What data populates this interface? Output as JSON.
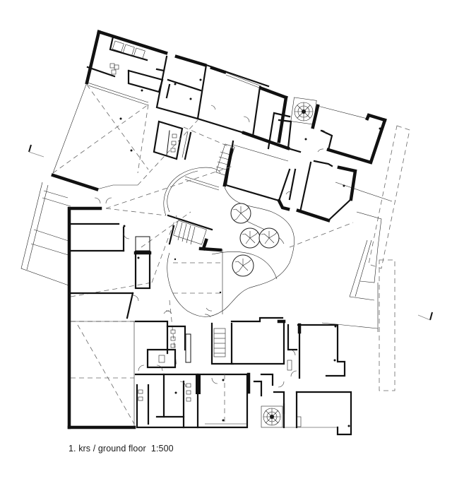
{
  "caption": {
    "text": "1. krs / ground floor  1:500",
    "floor_label_local": "1. krs",
    "floor_label_en": "ground floor",
    "scale": "1:500"
  },
  "plan": {
    "section_markers": [
      "left-section-marker",
      "right-section-marker"
    ],
    "trees_count": 4,
    "spiral_stairs_count": 2,
    "straight_stairs_count": 3,
    "colors": {
      "wall": "#111111",
      "background": "#ffffff",
      "dashed_overlay": "#666666"
    }
  }
}
